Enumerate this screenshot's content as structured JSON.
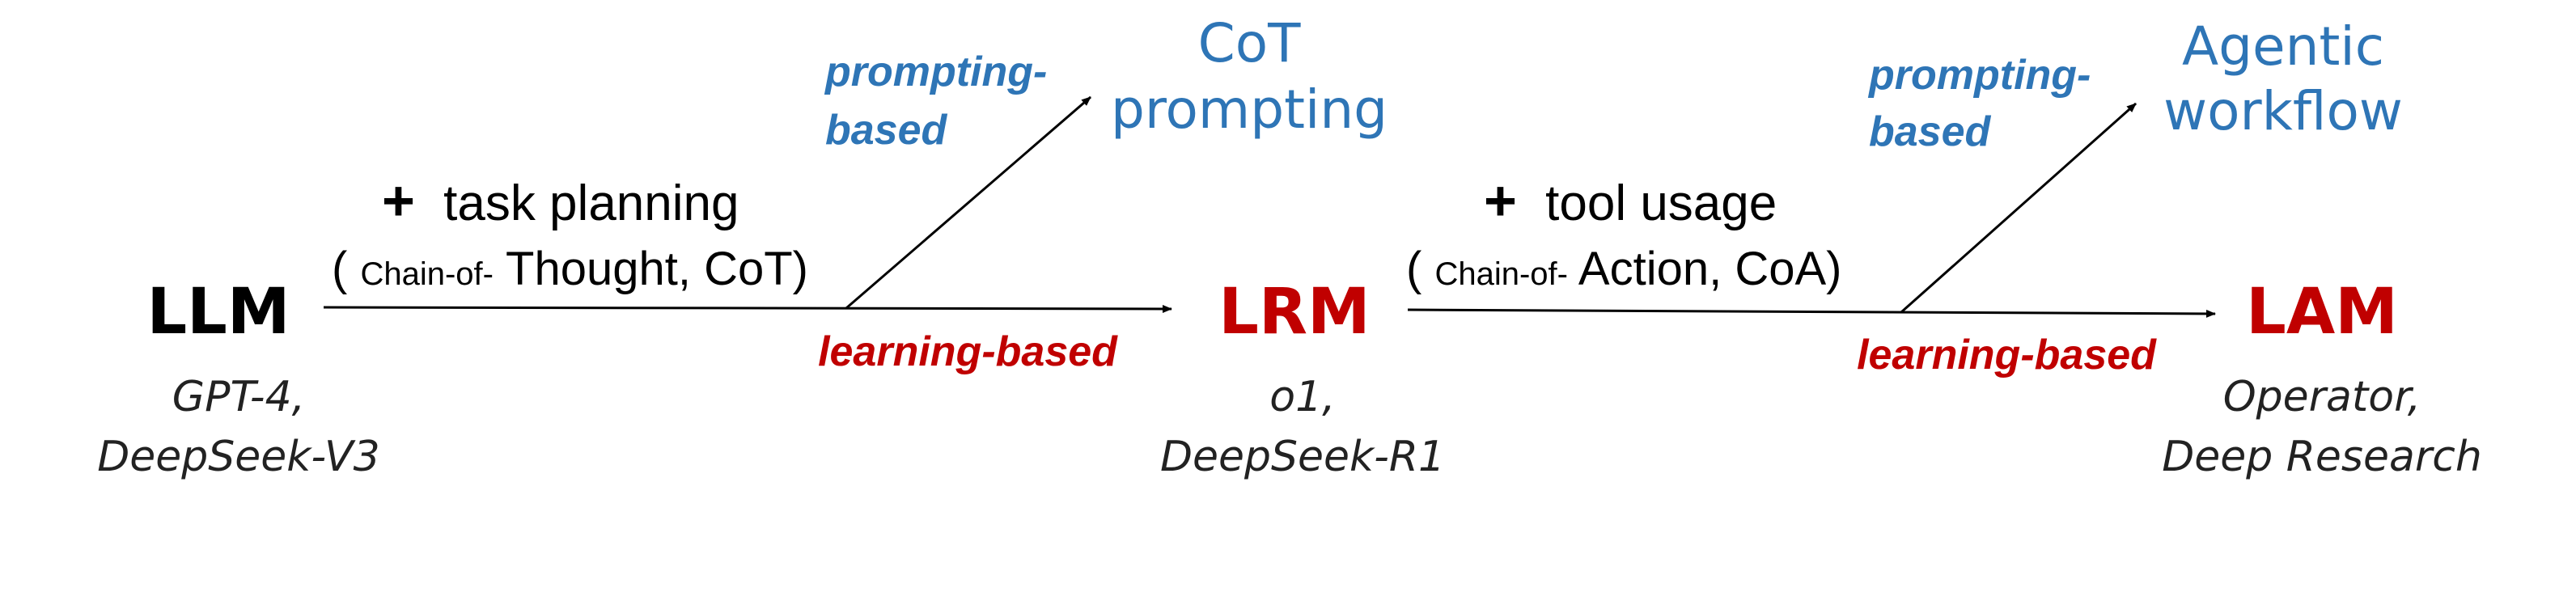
{
  "colors": {
    "text": "#000000",
    "accent_red": "#C00000",
    "accent_blue": "#2E75B6",
    "examples": "#222222"
  },
  "nodes": {
    "llm": {
      "label": "LLM",
      "examples_line1": "GPT-4,",
      "examples_line2": "DeepSeek-V3"
    },
    "lrm": {
      "label": "LRM",
      "examples_line1": "o1,",
      "examples_line2": "DeepSeek-R1"
    },
    "lam": {
      "label": "LAM",
      "examples_line1": "Operator,",
      "examples_line2": "Deep Research"
    }
  },
  "edges": {
    "first": {
      "plus": "+",
      "action": "task planning",
      "paren_open": "(",
      "small_prefix": "Chain-of-",
      "rest": "Thought, CoT)",
      "learning_label": "learning-based",
      "prompting_line1": "prompting-",
      "prompting_line2": "based",
      "target_line1": "CoT",
      "target_line2": "prompting"
    },
    "second": {
      "plus": "+",
      "action": "tool usage",
      "paren_open": "(",
      "small_prefix": "Chain-of-",
      "rest": "Action, CoA)",
      "learning_label": "learning-based",
      "prompting_line1": "prompting-",
      "prompting_line2": "based",
      "target_line1": "Agentic",
      "target_line2": "workflow"
    }
  }
}
